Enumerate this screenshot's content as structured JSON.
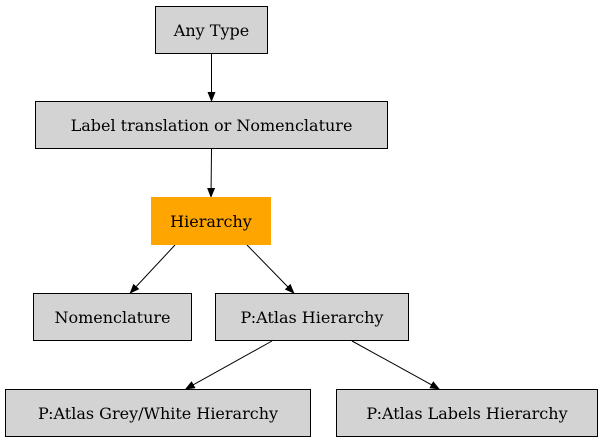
{
  "colors": {
    "node_fill": "#d3d3d3",
    "highlight_fill": "#ffa500",
    "edge": "#000000"
  },
  "nodes": {
    "any_type": "Any Type",
    "label_translation": "Label translation or Nomenclature",
    "hierarchy": "Hierarchy",
    "nomenclature": "Nomenclature",
    "patlas_hierarchy": "P:Atlas Hierarchy",
    "patlas_grey_white": "P:Atlas Grey/White Hierarchy",
    "patlas_labels": "P:Atlas Labels Hierarchy"
  },
  "edges": [
    {
      "from": "any_type",
      "to": "label_translation"
    },
    {
      "from": "label_translation",
      "to": "hierarchy"
    },
    {
      "from": "hierarchy",
      "to": "nomenclature"
    },
    {
      "from": "hierarchy",
      "to": "patlas_hierarchy"
    },
    {
      "from": "patlas_hierarchy",
      "to": "patlas_grey_white"
    },
    {
      "from": "patlas_hierarchy",
      "to": "patlas_labels"
    }
  ],
  "highlighted": "hierarchy"
}
